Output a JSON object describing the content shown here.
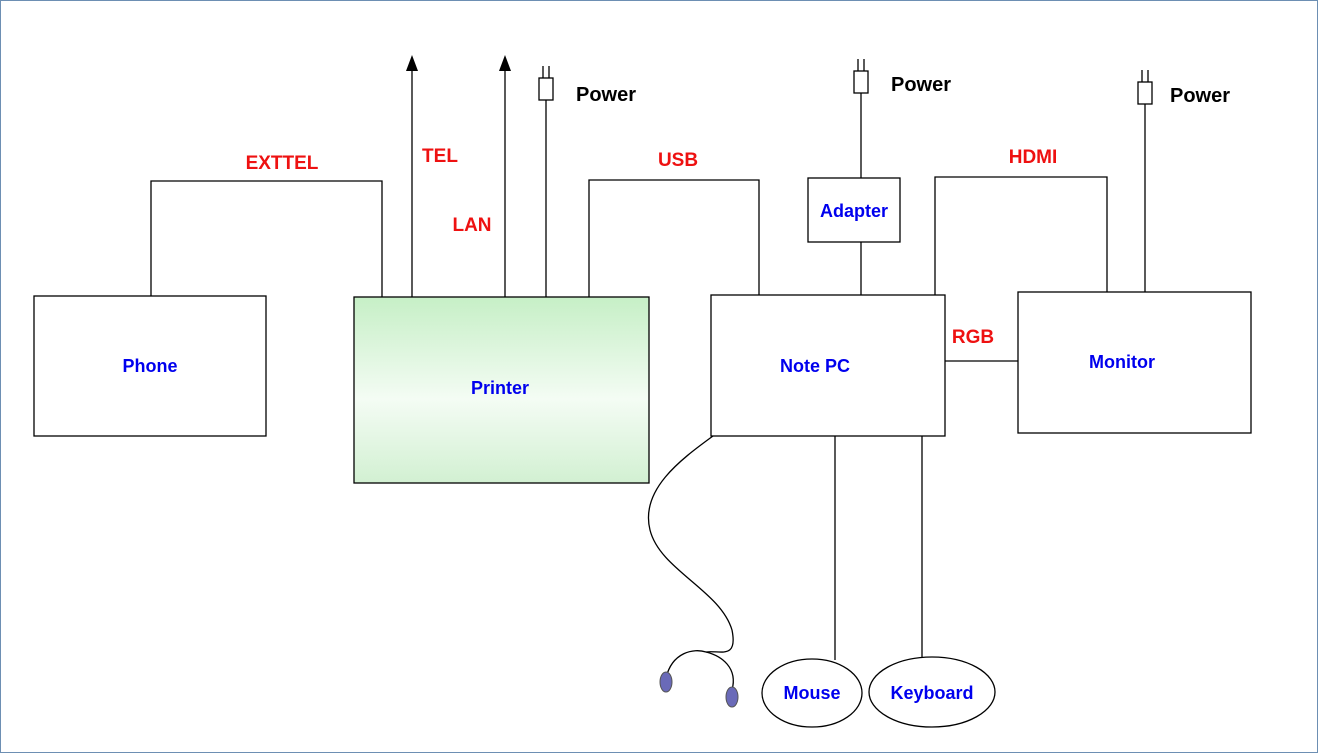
{
  "devices": {
    "phone": "Phone",
    "printer": "Printer",
    "note_pc": "Note PC",
    "monitor": "Monitor",
    "adapter": "Adapter",
    "mouse": "Mouse",
    "keyboard": "Keyboard"
  },
  "connections": {
    "exttel": "EXTTEL",
    "tel": "TEL",
    "lan": "LAN",
    "usb": "USB",
    "hdmi": "HDMI",
    "rgb": "RGB"
  },
  "power": {
    "printer": "Power",
    "adapter": "Power",
    "monitor": "Power"
  },
  "colors": {
    "device_label": "#0000ee",
    "connection_label": "#ee1111",
    "printer_fill_top": "#c6efc6",
    "frame_border": "#6d8fb3"
  }
}
